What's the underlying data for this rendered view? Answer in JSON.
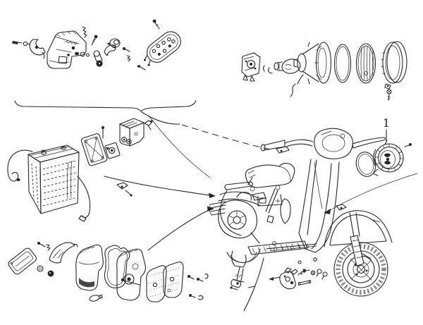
{
  "page": {
    "colors": {
      "background": "#ffffff",
      "ink": "#262626"
    }
  },
  "diagram": {
    "type": "exploded-parts-diagram",
    "callout": {
      "label": "1"
    },
    "groups": [
      "handlebar-light-switch-exploded",
      "headlamp-exploded",
      "battery-and-regulator-exploded",
      "tail-lamp-exploded",
      "horn-with-gasket-exploded",
      "brake-light-switch-parts",
      "scooter-side-view"
    ]
  }
}
